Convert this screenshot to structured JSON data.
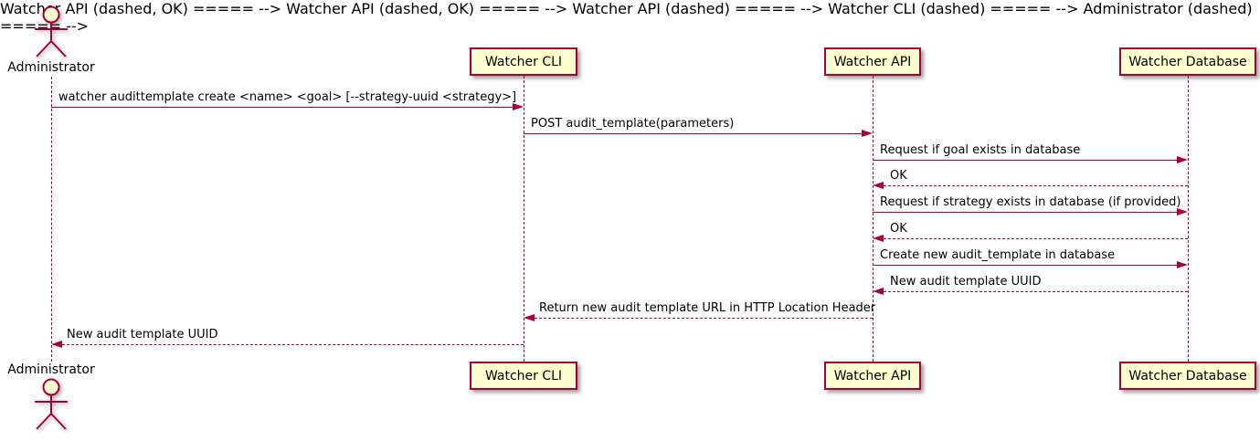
{
  "diagram": {
    "type": "sequence-diagram",
    "participants": [
      {
        "name": "Administrator",
        "kind": "actor"
      },
      {
        "name": "Watcher CLI",
        "kind": "participant"
      },
      {
        "name": "Watcher API",
        "kind": "participant"
      },
      {
        "name": "Watcher Database",
        "kind": "participant"
      }
    ],
    "messages": [
      {
        "from": "Administrator",
        "to": "Watcher CLI",
        "label": "watcher audittemplate create <name> <goal> [--strategy-uuid <strategy>]",
        "style": "solid"
      },
      {
        "from": "Watcher CLI",
        "to": "Watcher API",
        "label": "POST audit_template(parameters)",
        "style": "solid"
      },
      {
        "from": "Watcher API",
        "to": "Watcher Database",
        "label": "Request if goal exists in database",
        "style": "solid"
      },
      {
        "from": "Watcher Database",
        "to": "Watcher API",
        "label": "OK",
        "style": "dashed"
      },
      {
        "from": "Watcher API",
        "to": "Watcher Database",
        "label": "Request if strategy exists in database (if provided)",
        "style": "solid"
      },
      {
        "from": "Watcher Database",
        "to": "Watcher API",
        "label": "OK",
        "style": "dashed"
      },
      {
        "from": "Watcher API",
        "to": "Watcher Database",
        "label": "Create new audit_template in database",
        "style": "solid"
      },
      {
        "from": "Watcher Database",
        "to": "Watcher API",
        "label": "New audit template UUID",
        "style": "dashed"
      },
      {
        "from": "Watcher API",
        "to": "Watcher CLI",
        "label": "Return new audit template URL in HTTP Location Header",
        "style": "dashed"
      },
      {
        "from": "Watcher CLI",
        "to": "Administrator",
        "label": "New audit template UUID",
        "style": "dashed"
      }
    ],
    "colors": {
      "line": "#A80036",
      "participant_fill": "#FEFECE",
      "text": "#000000",
      "background": "#FFFFFF"
    }
  }
}
